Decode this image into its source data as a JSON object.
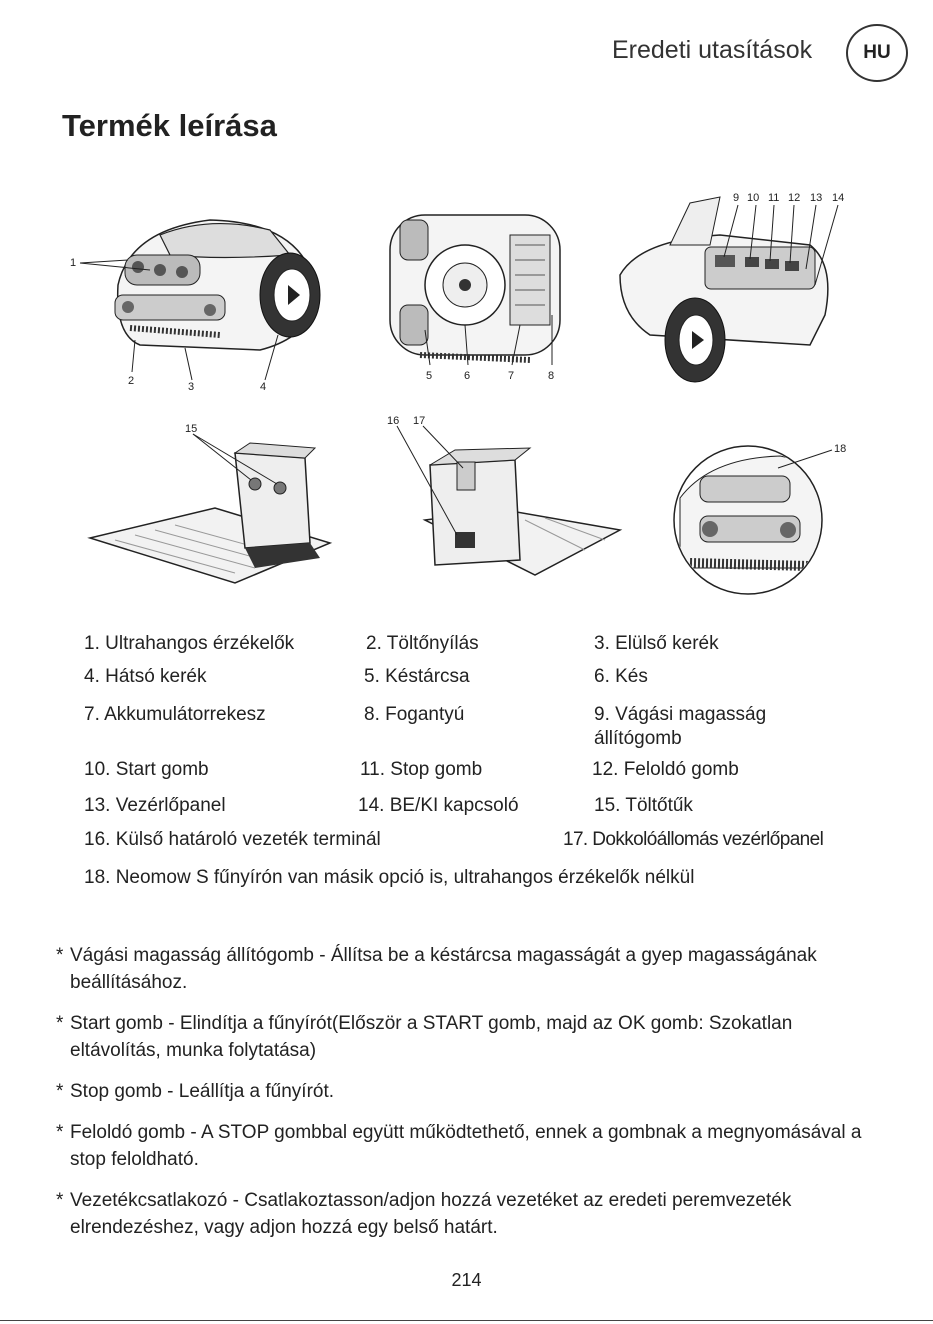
{
  "header": {
    "title": "Eredeti utasítások",
    "lang_badge": "HU"
  },
  "page_title": "Termék leírása",
  "figure_labels": {
    "mower_front": [
      "1",
      "2",
      "3",
      "4"
    ],
    "mower_bottom": [
      "5",
      "6",
      "7",
      "8"
    ],
    "mower_panel": [
      "9",
      "10",
      "11",
      "12",
      "13",
      "14"
    ],
    "dock_pins": [
      "15"
    ],
    "dock_terminal": [
      "16",
      "17"
    ],
    "no_sensor": [
      "18"
    ]
  },
  "legend": [
    "1. Ultrahangos érzékelők",
    "2. Töltőnyílás",
    "3. Elülső kerék",
    "4. Hátsó kerék",
    "5. Késtárcsa",
    "6. Kés",
    "7. Akkumulátorrekesz",
    "8. Fogantyú",
    "9. Vágási magasság állítógomb",
    "10. Start gomb",
    "11. Stop gomb",
    "12. Feloldó gomb",
    "13. Vezérlőpanel",
    "14. BE/KI kapcsoló",
    "15. Töltőtűk",
    "16. Külső határoló vezeték terminál",
    "17. Dokkolóállomás vezérlőpanel",
    "18. Neomow S fűnyírón van másik opció is, ultrahangos érzékelők nélkül"
  ],
  "notes": [
    {
      "star": "*",
      "text": "Vágási magasság állítógomb - Állítsa be a késtárcsa magasságát a gyep magasságának beállításához."
    },
    {
      "star": "*",
      "text": "Start gomb - Elindítja a fűnyírót(Először a START gomb, majd az OK gomb: Szokatlan eltávolítás, munka folytatása)"
    },
    {
      "star": "*",
      "text": "Stop gomb - Leállítja a fűnyírót."
    },
    {
      "star": "*",
      "text": "Feloldó gomb - A STOP gombbal együtt működtethető, ennek a gombnak a megnyomásával a stop feloldható."
    },
    {
      "star": "*",
      "text": "Vezetékcsatlakozó - Csatlakoztasson/adjon hozzá vezetéket az eredeti peremvezeték elrendezéshez, vagy adjon hozzá egy belső határt."
    }
  ],
  "page_number": "214"
}
